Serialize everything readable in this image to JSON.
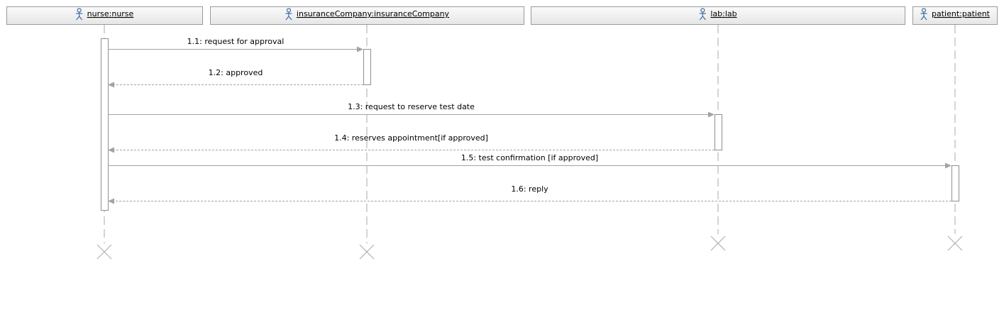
{
  "colors": {
    "header_fill_top": "#fafafa",
    "header_fill_bottom": "#e6e6e6",
    "header_border": "#9a9a9a",
    "lifeline": "#a9a9a9",
    "activation_fill": "#ffffff",
    "activation_border": "#8f8f8f",
    "message_line": "#a3a3a3",
    "actor_icon": "#3b6ea5",
    "destroy_mark": "#a9a9a9"
  },
  "lifelines": [
    {
      "id": "nurse",
      "label": "nurse:nurse",
      "icon": "actor-icon"
    },
    {
      "id": "insurance",
      "label": "insuranceCompany:insuranceCompany",
      "icon": "actor-icon"
    },
    {
      "id": "lab",
      "label": "lab:lab",
      "icon": "actor-icon"
    },
    {
      "id": "patient",
      "label": "patient:patient",
      "icon": "actor-icon"
    }
  ],
  "messages": [
    {
      "label": "1.1: request for approval",
      "from": "nurse",
      "to": "insurance",
      "kind": "sync"
    },
    {
      "label": "1.2: approved",
      "from": "insurance",
      "to": "nurse",
      "kind": "reply"
    },
    {
      "label": "1.3: request to reserve test date",
      "from": "nurse",
      "to": "lab",
      "kind": "sync"
    },
    {
      "label": "1.4: reserves appointment[if approved]",
      "from": "lab",
      "to": "nurse",
      "kind": "reply"
    },
    {
      "label": "1.5: test confirmation [if approved]",
      "from": "nurse",
      "to": "patient",
      "kind": "sync"
    },
    {
      "label": "1.6: reply",
      "from": "patient",
      "to": "nurse",
      "kind": "reply"
    }
  ]
}
